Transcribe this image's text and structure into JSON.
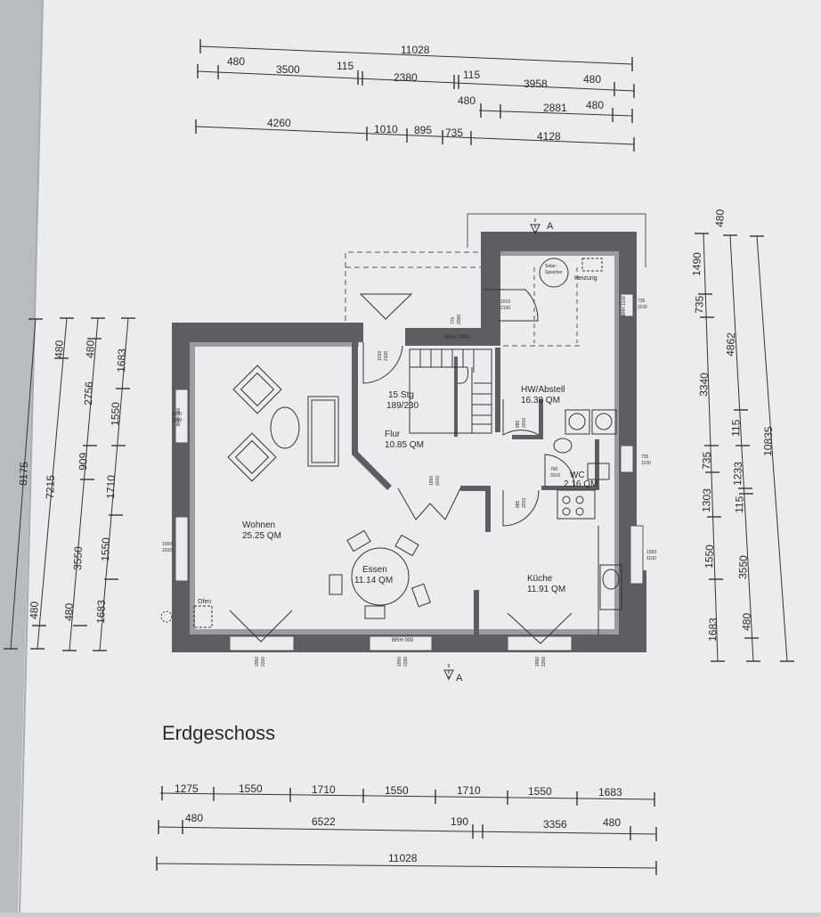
{
  "title": "Erdgeschoss",
  "dims_top": {
    "row1": [
      "11028"
    ],
    "row2": [
      "480",
      "3500",
      "115",
      "2380",
      "115",
      "3958",
      "480"
    ],
    "row3": [
      "480",
      "2881",
      "480"
    ],
    "row4": [
      "4260",
      "1010",
      "895",
      "735",
      "4128"
    ]
  },
  "dims_bottom": {
    "row1": [
      "1275",
      "1550",
      "1710",
      "1550",
      "1710",
      "1550",
      "1683"
    ],
    "row2": [
      "480",
      "6522",
      "190",
      "3356",
      "480"
    ],
    "row3": [
      "11028"
    ]
  },
  "dims_left": {
    "col1": [
      "8175"
    ],
    "col2": [
      "7215",
      "480"
    ],
    "col3": [
      "480",
      "2756",
      "909",
      "3550",
      "480"
    ],
    "col4": [
      "480",
      "1550",
      "1710",
      "1550",
      "1683"
    ],
    "col5": [
      "1683"
    ]
  },
  "dims_right": {
    "col1": [
      "480",
      "1490",
      "735",
      "3340",
      "735",
      "1303",
      "1550",
      "1683"
    ],
    "col2": [
      "4862",
      "115",
      "1233",
      "115",
      "3550",
      "480"
    ],
    "col3": [
      "10835"
    ]
  },
  "rooms": {
    "wohnen": {
      "name": "Wohnen",
      "area": "25.25 QM"
    },
    "essen": {
      "name": "Essen",
      "area": "11.14 QM"
    },
    "flur": {
      "name": "Flur",
      "area": "10.85 QM"
    },
    "stair": {
      "name": "15 Stg",
      "area": "189/230"
    },
    "hw": {
      "name": "HW/Abstell",
      "area": "16.38 QM"
    },
    "wc": {
      "name": "WC",
      "area": "2.16 QM"
    },
    "kueche": {
      "name": "Küche",
      "area": "11.91 QM"
    }
  },
  "labels": {
    "section": "A",
    "ofen": "Ofen",
    "solar": "Solar-",
    "speicher": "Speicher",
    "heizung": "Heizung",
    "brh1": "BRH 1800",
    "brh2": "BRH 000",
    "brh3": "BRH 000",
    "brh4": "BRH 1100"
  },
  "openings": {
    "w_left_top": [
      "1550",
      "2200"
    ],
    "w_left_bot": [
      "1550",
      "2200"
    ],
    "w_bottom_1": [
      "1550",
      "2200"
    ],
    "w_bottom_2": [
      "1550",
      "2200"
    ],
    "w_bottom_3": [
      "1550",
      "2200"
    ],
    "d_top": [
      "1010",
      "2100"
    ],
    "d_flur": [
      "1010",
      "2100"
    ],
    "w_flur": [
      "770",
      "2000"
    ],
    "w_right_1": [
      "735",
      "1100"
    ],
    "w_right_2": [
      "735",
      "1100"
    ],
    "w_right_3": [
      "1550",
      "1100"
    ],
    "d_hw": [
      "885",
      "2010"
    ],
    "d_wc": [
      "760",
      "2010"
    ],
    "d_kue": [
      "885",
      "2010"
    ],
    "d_mid": [
      "1550",
      "2010"
    ]
  }
}
